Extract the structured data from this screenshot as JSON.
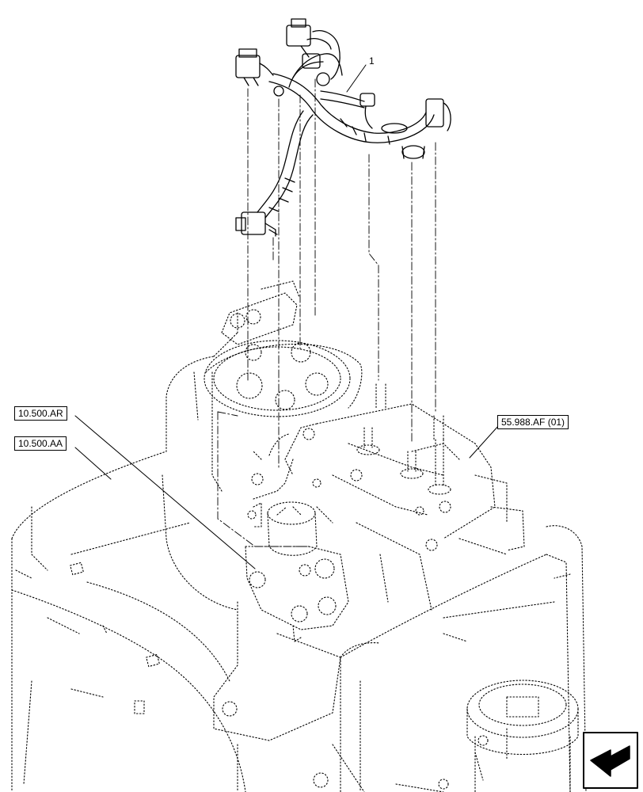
{
  "diagram": {
    "callouts": {
      "ref_ar": "10.500.AR",
      "ref_aa": "10.500.AA",
      "ref_af": "55.988.AF (01)"
    },
    "item_number": "1"
  }
}
